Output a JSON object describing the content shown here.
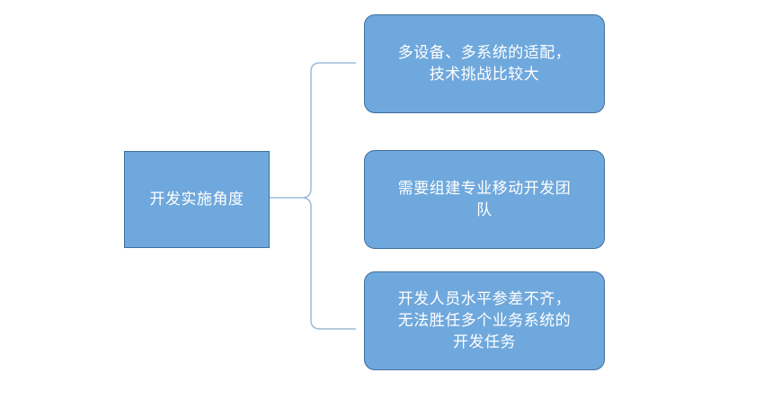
{
  "root": {
    "label": "开发实施角度"
  },
  "children": [
    {
      "lines": [
        "多设备、多系统的适配，",
        "技术挑战比较大"
      ]
    },
    {
      "lines": [
        "需要组建专业移动开发团",
        "队"
      ]
    },
    {
      "lines": [
        "开发人员水平参差不齐，",
        "无法胜任多个业务系统的",
        "开发任务"
      ]
    }
  ],
  "colors": {
    "node_fill": "#6fa8dc",
    "node_border": "#3f6f9e",
    "connector": "#9dbbd8",
    "text": "#ffffff"
  }
}
